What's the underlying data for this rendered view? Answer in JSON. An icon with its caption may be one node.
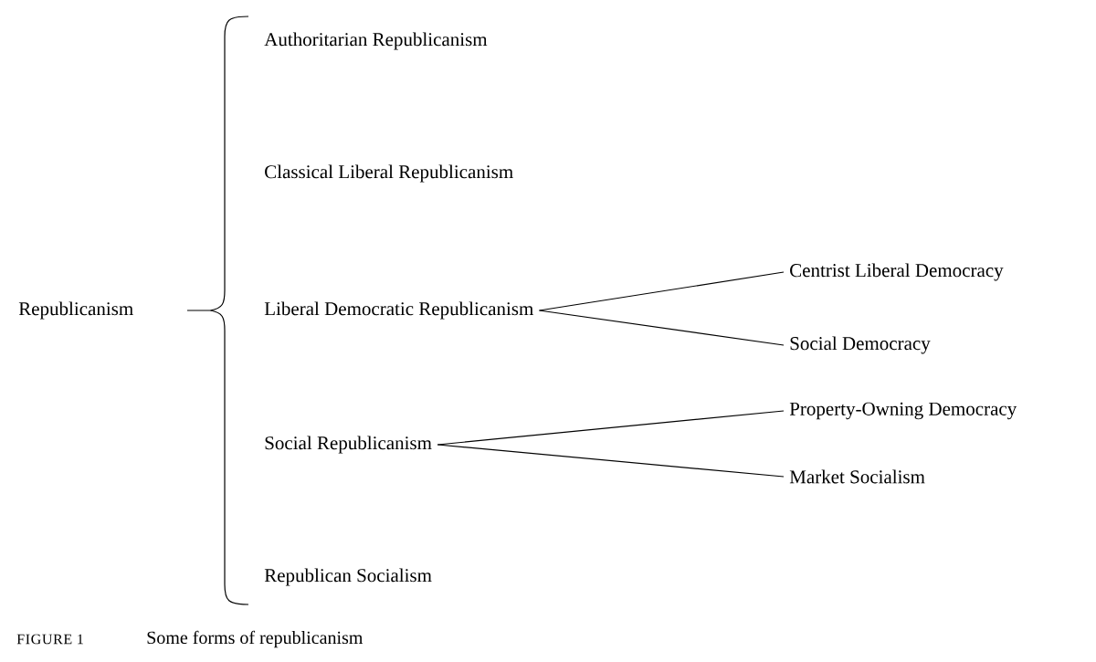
{
  "diagram": {
    "caption": "Some forms of republicanism",
    "nodes": [
      {
        "text": [
          "Republicanism"
        ]
      },
      {
        "text": [
          "Authoritarian Republicanism"
        ]
      },
      {
        "text": [
          "Classical Liberal Republicanism"
        ]
      },
      {
        "text": [
          "Liberal Democratic Republicanism"
        ]
      },
      {
        "text": [
          "Social Republicanism"
        ]
      },
      {
        "text": [
          "Republican Socialism"
        ]
      },
      {
        "text": [
          "Centrist Liberal Democracy"
        ]
      },
      {
        "text": [
          "Social Democracy"
        ]
      },
      {
        "text": [
          "Property-Owning Democracy"
        ]
      },
      {
        "text": [
          "Market Socialism"
        ]
      }
    ],
    "edges": [
      {
        "from": 3,
        "to": 6,
        "arrow": "none"
      },
      {
        "from": 3,
        "to": 7,
        "arrow": "none"
      },
      {
        "from": 4,
        "to": 8,
        "arrow": "none"
      },
      {
        "from": 4,
        "to": 9,
        "arrow": "none"
      }
    ],
    "labels": [
      "FIGURE 1"
    ]
  }
}
